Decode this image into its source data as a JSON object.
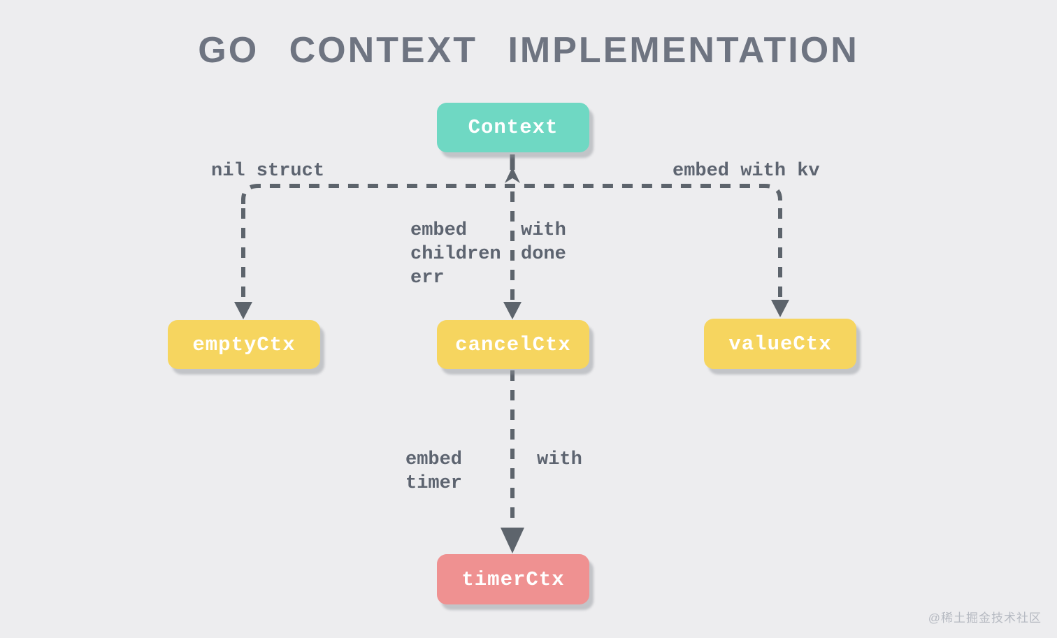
{
  "title": "GO CONTEXT IMPLEMENTATION",
  "nodes": {
    "context": {
      "label": "Context",
      "color": "#6fd8c3"
    },
    "emptyCtx": {
      "label": "emptyCtx",
      "color": "#f6d55f"
    },
    "cancelCtx": {
      "label": "cancelCtx",
      "color": "#f6d55f"
    },
    "valueCtx": {
      "label": "valueCtx",
      "color": "#f6d55f"
    },
    "timerCtx": {
      "label": "timerCtx",
      "color": "#ef9191"
    }
  },
  "edge_labels": {
    "nil_struct": "nil struct",
    "embed_with_kv": "embed with kv",
    "embed_children_err": "embed\nchildren\nerr",
    "with_done": "with\ndone",
    "embed_timer": "embed\ntimer",
    "with_timer": "with"
  },
  "watermark": "@稀土掘金技术社区",
  "colors": {
    "background": "#ededef",
    "connector": "#5d646c",
    "title_text": "#6e7481",
    "label_text": "#5d6470",
    "node_text": "#ffffff",
    "watermark_text": "#b6bac2"
  }
}
